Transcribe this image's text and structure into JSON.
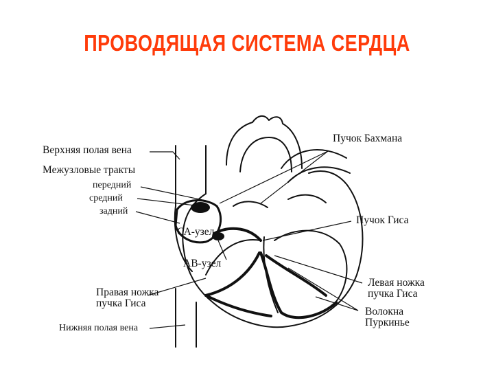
{
  "title": "ПРОВОДЯЩАЯ СИСТЕМА СЕРДЦА",
  "colors": {
    "title": "#ff3b0a",
    "line": "#111111"
  },
  "labels": {
    "svc": "Верхняя полая вена",
    "internodal": "Межузловые тракты",
    "anterior": "передний",
    "middle": "средний",
    "posterior": "задний",
    "sa_node": "СА-узел",
    "av_node": "АВ-узел",
    "right_bundle_1": "Правая ножка",
    "right_bundle_2": "пучка Гиса",
    "ivc": "Нижняя полая вена",
    "bachmann": "Пучок Бахмана",
    "his": "Пучок Гиса",
    "left_bundle_1": "Левая ножка",
    "left_bundle_2": "пучка Гиса",
    "purkinje_1": "Волокна",
    "purkinje_2": "Пуркинье"
  }
}
